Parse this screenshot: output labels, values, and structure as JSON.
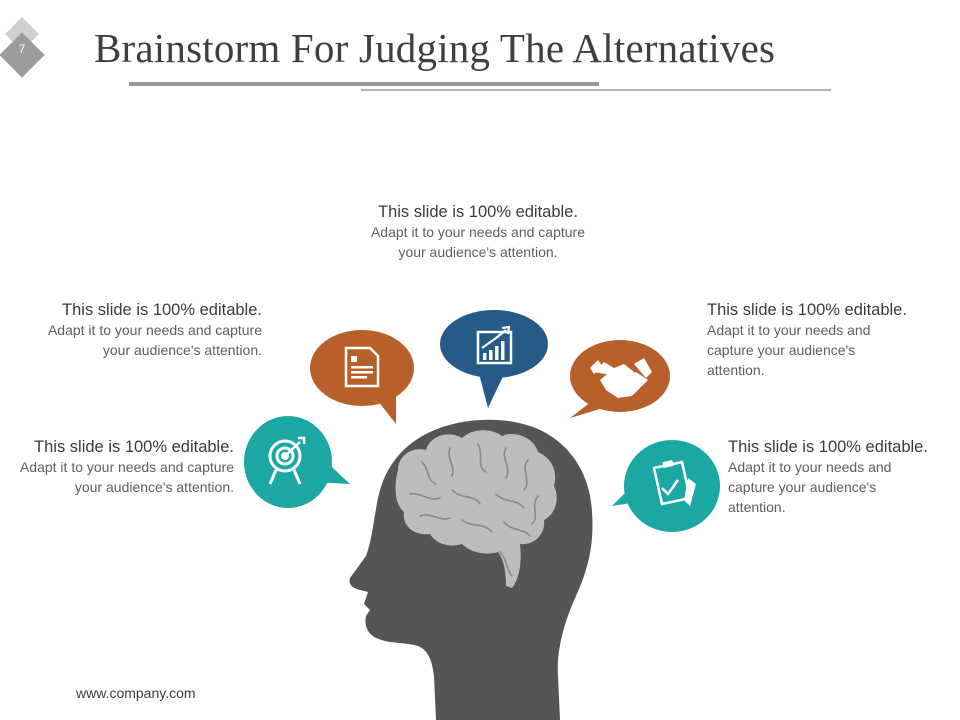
{
  "slide_number": "7",
  "title": "Brainstorm For Judging The Alternatives",
  "colors": {
    "teal": "#1ba8a4",
    "orange": "#b8602a",
    "navy": "#255b86",
    "head": "#555555",
    "brain": "#bdbdbd"
  },
  "items": [
    {
      "position": "left-bottom",
      "icon": "target-icon",
      "lead": "This slide is 100% editable.",
      "body": "Adapt it to your needs and capture your audience's attention."
    },
    {
      "position": "left-top",
      "icon": "document-icon",
      "lead": "This slide is 100% editable.",
      "body": "Adapt it to your needs and capture your audience's attention."
    },
    {
      "position": "center-top",
      "icon": "growth-chart-icon",
      "lead": "This slide is 100% editable.",
      "body": "Adapt it to your needs and capture your audience's attention."
    },
    {
      "position": "right-top",
      "icon": "handshake-icon",
      "lead": "This slide is 100% editable.",
      "body": "Adapt it to your needs and capture your audience's attention."
    },
    {
      "position": "right-bottom",
      "icon": "test-clipboard-icon",
      "lead": "This slide is 100% editable.",
      "body": "Adapt it to your needs and capture your audience's attention."
    }
  ],
  "footer": "www.company.com"
}
